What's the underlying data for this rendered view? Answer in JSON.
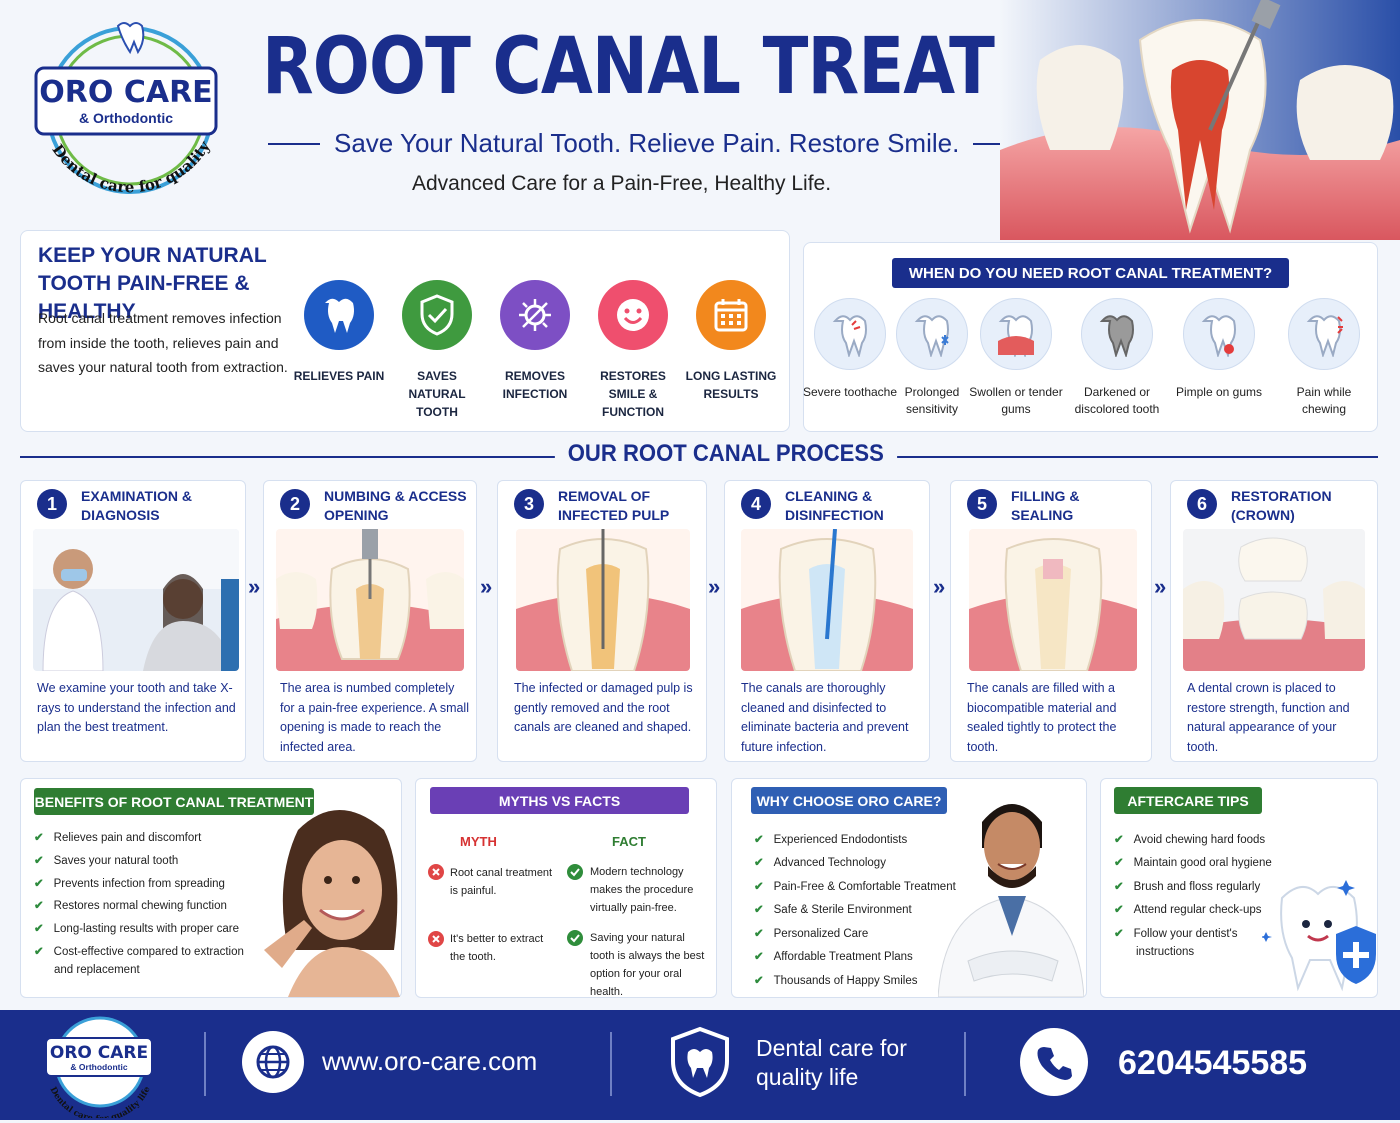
{
  "brand": {
    "name": "ORO CARE",
    "sub": "& Orthodontic",
    "motto": "Dental care for quality life"
  },
  "header": {
    "title": "ROOT CANAL TREATMENT",
    "tagline": "Save Your Natural Tooth. Relieve Pain. Restore Smile.",
    "subtagline": "Advanced Care for a Pain-Free, Healthy Life."
  },
  "keep": {
    "title": "KEEP YOUR NATURAL TOOTH PAIN-FREE & HEALTHY",
    "text": "Root canal treatment removes infection from inside the tooth, relieves pain and saves your natural tooth from extraction.",
    "benefits": [
      {
        "label": "RELIEVES PAIN",
        "icon": "tooth-icon",
        "color": "#1f5bc4"
      },
      {
        "label": "SAVES NATURAL TOOTH",
        "icon": "shield-check-icon",
        "color": "#3f9a3f"
      },
      {
        "label": "REMOVES INFECTION",
        "icon": "germ-removal-icon",
        "color": "#7d4fc4"
      },
      {
        "label": "RESTORES SMILE & FUNCTION",
        "icon": "smile-icon",
        "color": "#ef4f6e"
      },
      {
        "label": "LONG LASTING RESULTS",
        "icon": "calendar-icon",
        "color": "#f2881d"
      }
    ]
  },
  "when": {
    "title": "WHEN DO YOU NEED ROOT CANAL TREATMENT?",
    "symptoms": [
      {
        "label": "Severe toothache",
        "icon": "toothache-icon"
      },
      {
        "label": "Prolonged sensitivity",
        "icon": "sensitivity-icon"
      },
      {
        "label": "Swollen or tender gums",
        "icon": "swollen-gums-icon"
      },
      {
        "label": "Darkened or discolored tooth",
        "icon": "discolored-tooth-icon"
      },
      {
        "label": "Pimple on gums",
        "icon": "gum-pimple-icon"
      },
      {
        "label": "Pain while chewing",
        "icon": "chewing-pain-icon"
      }
    ]
  },
  "process": {
    "title": "OUR ROOT CANAL PROCESS",
    "steps": [
      {
        "num": "1",
        "title": "EXAMINATION & DIAGNOSIS",
        "desc": "We examine your tooth and take X-rays to understand the infection and plan the best treatment."
      },
      {
        "num": "2",
        "title": "NUMBING & ACCESS OPENING",
        "desc": "The area is numbed completely for a pain-free experience. A small opening is made to reach the infected area."
      },
      {
        "num": "3",
        "title": "REMOVAL OF INFECTED PULP",
        "desc": "The infected or damaged pulp is gently removed and the root canals are cleaned and shaped."
      },
      {
        "num": "4",
        "title": "CLEANING & DISINFECTION",
        "desc": "The canals are thoroughly cleaned and disinfected to eliminate bacteria and prevent future infection."
      },
      {
        "num": "5",
        "title": "FILLING & SEALING",
        "desc": "The canals are filled with a biocompatible material and sealed tightly to protect the tooth."
      },
      {
        "num": "6",
        "title": "RESTORATION (CROWN)",
        "desc": "A dental crown is placed to restore strength, function and natural appearance of your tooth."
      }
    ]
  },
  "benefitsList": {
    "title": "BENEFITS OF ROOT CANAL TREATMENT",
    "items": [
      "Relieves pain and discomfort",
      "Saves your natural tooth",
      "Prevents infection from spreading",
      "Restores normal chewing function",
      "Long-lasting results with proper care",
      "Cost-effective compared to extraction and replacement"
    ]
  },
  "myths": {
    "title": "MYTHS VS FACTS",
    "myth_label": "MYTH",
    "fact_label": "FACT",
    "pairs": [
      {
        "myth": "Root canal treatment is painful.",
        "fact": "Modern technology makes the procedure virtually pain-free."
      },
      {
        "myth": "It's better to extract the tooth.",
        "fact": "Saving your natural tooth is always the best option for your oral health."
      }
    ]
  },
  "why": {
    "title": "WHY CHOOSE ORO CARE?",
    "items": [
      "Experienced Endodontists",
      "Advanced Technology",
      "Pain-Free & Comfortable Treatment",
      "Safe & Sterile Environment",
      "Personalized Care",
      "Affordable Treatment Plans",
      "Thousands of Happy Smiles"
    ]
  },
  "aftercare": {
    "title": "AFTERCARE TIPS",
    "items": [
      "Avoid chewing hard foods",
      "Maintain good oral hygiene",
      "Brush and floss regularly",
      "Attend regular check-ups",
      "Follow your dentist's instructions"
    ]
  },
  "footer": {
    "website": "www.oro-care.com",
    "motto": "Dental care for quality life",
    "phone": "6204545585"
  }
}
